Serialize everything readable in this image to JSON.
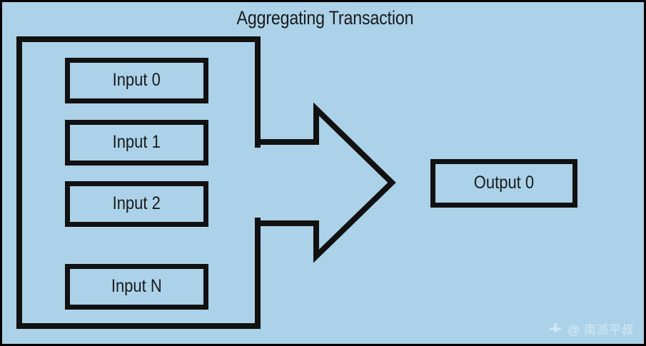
{
  "diagram": {
    "title": "Aggregating Transaction",
    "background_color": "#abd2e9",
    "stroke_color": "#111111",
    "inputs": [
      {
        "label": "Input 0"
      },
      {
        "label": "Input 1"
      },
      {
        "label": "Input 2"
      },
      {
        "label": "Input N"
      }
    ],
    "outputs": [
      {
        "label": "Output 0"
      }
    ],
    "arrow": {
      "name": "aggregation-arrow",
      "direction": "right"
    }
  },
  "watermark": {
    "handle": "@ 南派平叔",
    "logo": "diamond-logo-icon"
  }
}
